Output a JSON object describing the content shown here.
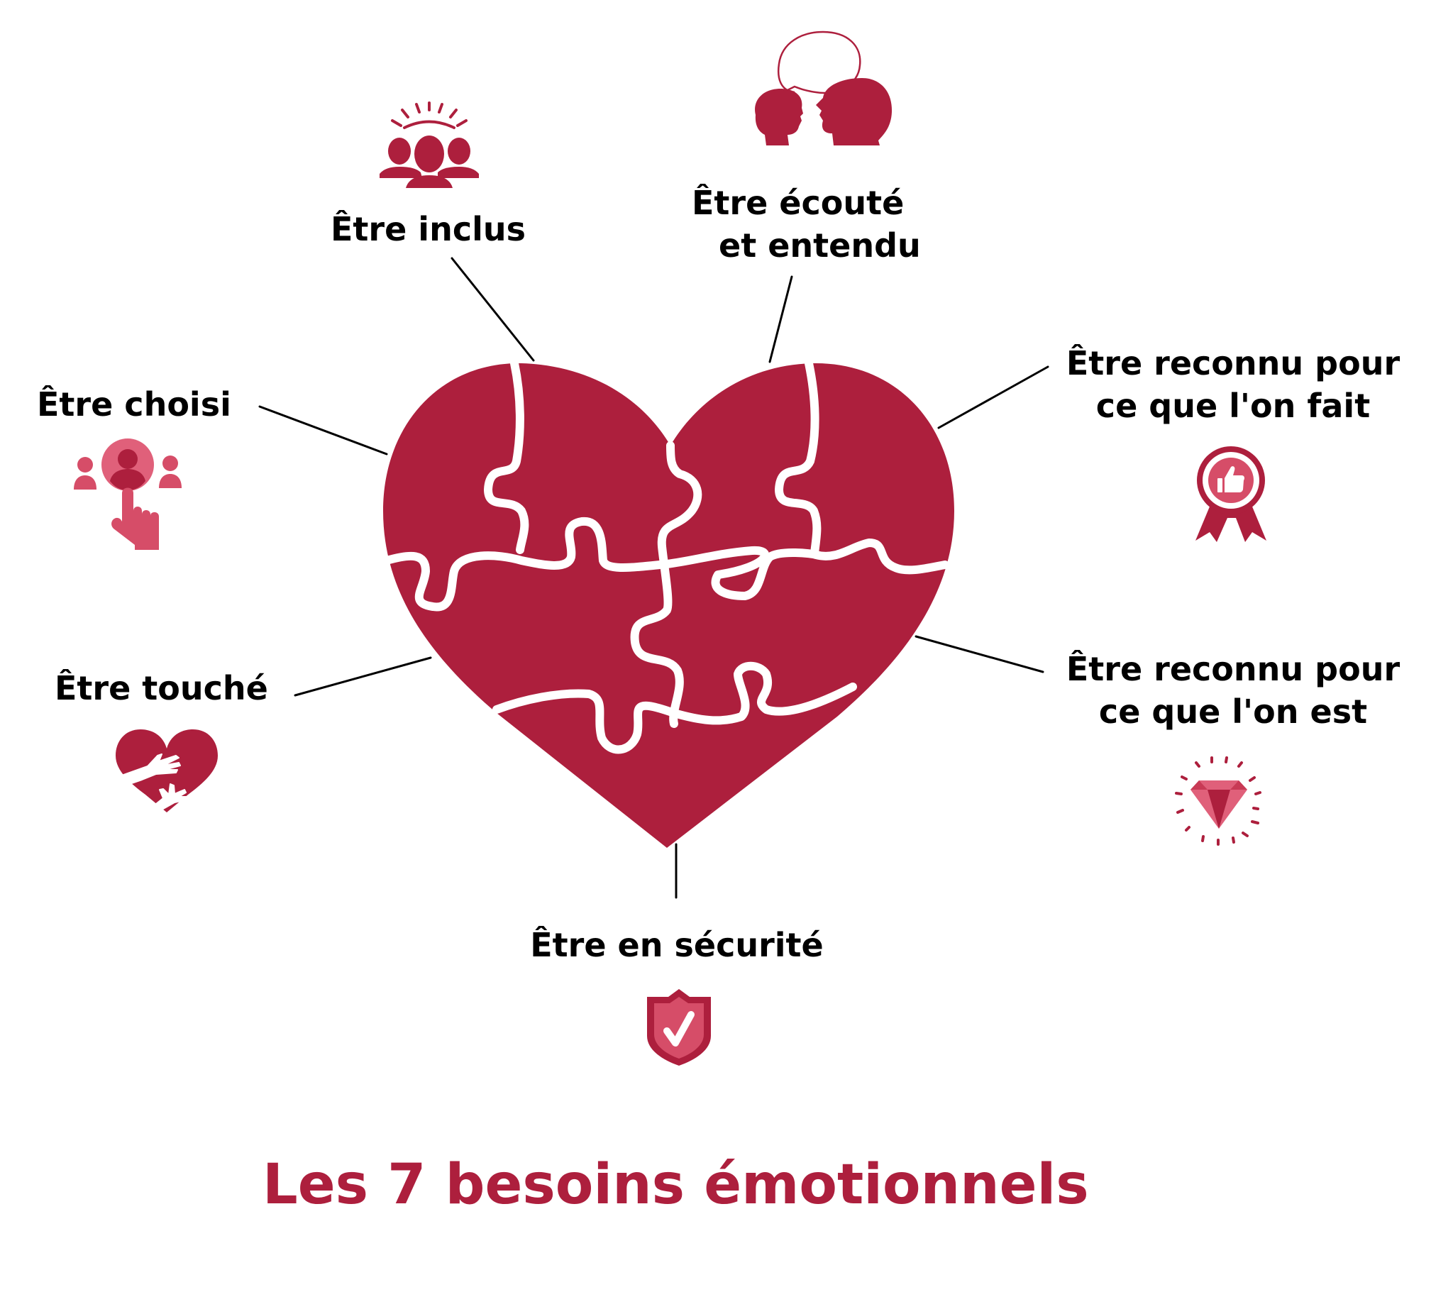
{
  "colors": {
    "primary": "#ad1f3d",
    "secondary": "#d64d68",
    "text": "#000000",
    "background": "#ffffff"
  },
  "heart": {
    "description": "heart made of 7 puzzle pieces",
    "pieces": 7
  },
  "needs": [
    {
      "id": "inclus",
      "lines": [
        "Être inclus"
      ],
      "icon": "group-people-icon"
    },
    {
      "id": "ecoute",
      "lines": [
        "Être écouté",
        "et entendu"
      ],
      "icon": "two-heads-speech-bubble-icon"
    },
    {
      "id": "reconnu-fait",
      "lines": [
        "Être reconnu pour",
        "ce que l'on fait"
      ],
      "icon": "award-ribbon-thumbs-up-icon"
    },
    {
      "id": "reconnu-est",
      "lines": [
        "Être reconnu pour",
        "ce que l'on est"
      ],
      "icon": "sparkling-diamond-icon"
    },
    {
      "id": "securite",
      "lines": [
        "Être en sécurité"
      ],
      "icon": "shield-check-icon"
    },
    {
      "id": "touche",
      "lines": [
        "Être touché"
      ],
      "icon": "heart-hug-hands-icon"
    },
    {
      "id": "choisi",
      "lines": [
        "Être choisi"
      ],
      "icon": "hand-selecting-person-icon"
    }
  ],
  "title": "Les 7 besoins émotionnels"
}
